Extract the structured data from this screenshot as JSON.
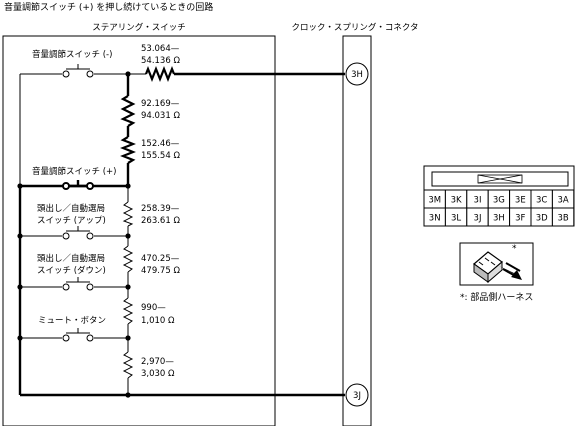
{
  "title": "音量調節スイッチ (+) を押し続けているときの回路",
  "steering_switch": {
    "label": "ステアリング・スイッチ"
  },
  "clock_spring": {
    "label": "クロック・スプリング・コネクタ"
  },
  "switches": {
    "vol_minus": {
      "line1": "音量調節スイッチ (-)",
      "line2": ""
    },
    "vol_plus": {
      "line1": "音量調節スイッチ (+)",
      "line2": "",
      "state": "pressed"
    },
    "seek_up": {
      "line1": "頭出し／自動選局",
      "line2": "スイッチ (アップ)"
    },
    "seek_down": {
      "line1": "頭出し／自動選局",
      "line2": "スイッチ (ダウン)"
    },
    "mute": {
      "line1": "ミュート・ボタン",
      "line2": ""
    }
  },
  "resistors": {
    "r1": {
      "line1": "53.064—",
      "line2": "54.136 Ω"
    },
    "r2": {
      "line1": "92.169—",
      "line2": "94.031 Ω"
    },
    "r3": {
      "line1": "152.46—",
      "line2": "155.54 Ω"
    },
    "r4": {
      "line1": "258.39—",
      "line2": "263.61 Ω"
    },
    "r5": {
      "line1": "470.25—",
      "line2": "479.75 Ω"
    },
    "r6": {
      "line1": "990—",
      "line2": "1,010 Ω"
    },
    "r7": {
      "line1": "2,970—",
      "line2": "3,030 Ω"
    }
  },
  "terminals": {
    "top": "3H",
    "bottom": "3J"
  },
  "connector": {
    "row1": [
      "3M",
      "3K",
      "3I",
      "3G",
      "3E",
      "3C",
      "3A"
    ],
    "row2": [
      "3N",
      "3L",
      "3J",
      "3H",
      "3F",
      "3D",
      "3B"
    ],
    "asterisk": "*",
    "note": "*: 部品側ハーネス"
  }
}
